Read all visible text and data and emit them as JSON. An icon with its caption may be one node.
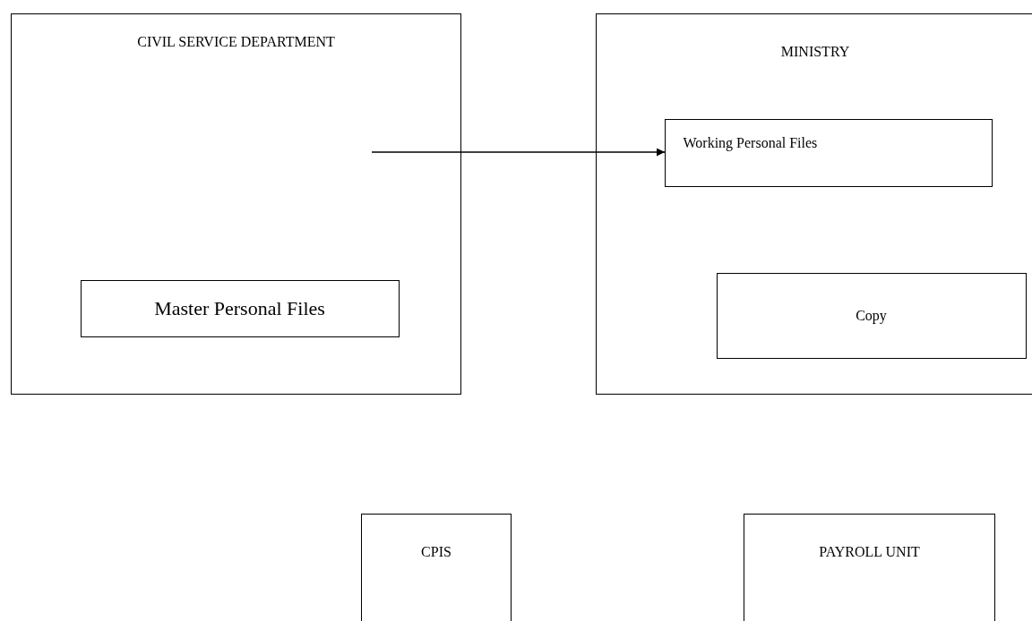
{
  "diagram": {
    "nodes": [
      {
        "text": [
          "CIVIL SERVICE DEPARTMENT"
        ]
      },
      {
        "text": [
          "Master Personal Files"
        ],
        "in": 0
      },
      {
        "text": [
          "MINISTRY"
        ]
      },
      {
        "text": [
          "Working Personal Files"
        ],
        "in": 2
      },
      {
        "text": [
          "Copy"
        ],
        "in": 2
      },
      {
        "text": [
          "CPIS"
        ]
      },
      {
        "text": [
          "PAYROLL UNIT"
        ]
      }
    ],
    "edges": [
      {
        "from": null,
        "to": 3,
        "arrow": "to"
      }
    ]
  }
}
